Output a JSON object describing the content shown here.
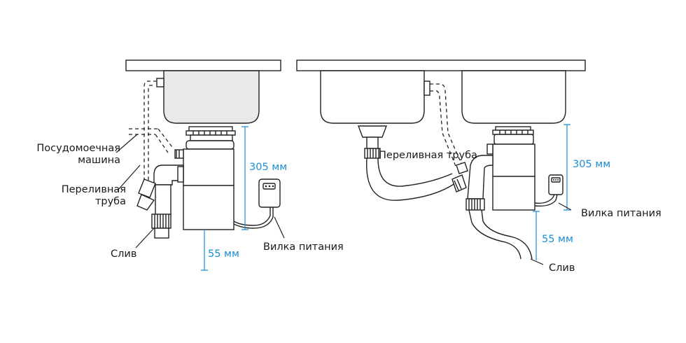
{
  "left": {
    "labels": {
      "dishwasher_line1": "Посудомоечная",
      "dishwasher_line2": "машина",
      "overflow_line1": "Переливная",
      "overflow_line2": "труба",
      "drain": "Слив",
      "plug": "Вилка питания"
    },
    "dims": {
      "height": "305 мм",
      "clearance": "55 мм"
    }
  },
  "right": {
    "labels": {
      "overflow": "Переливная труба",
      "plug": "Вилка питания",
      "drain": "Слив"
    },
    "dims": {
      "height": "305 мм",
      "clearance": "55 мм"
    }
  },
  "colors": {
    "dimension": "#1b8fd6",
    "line": "#222222"
  }
}
